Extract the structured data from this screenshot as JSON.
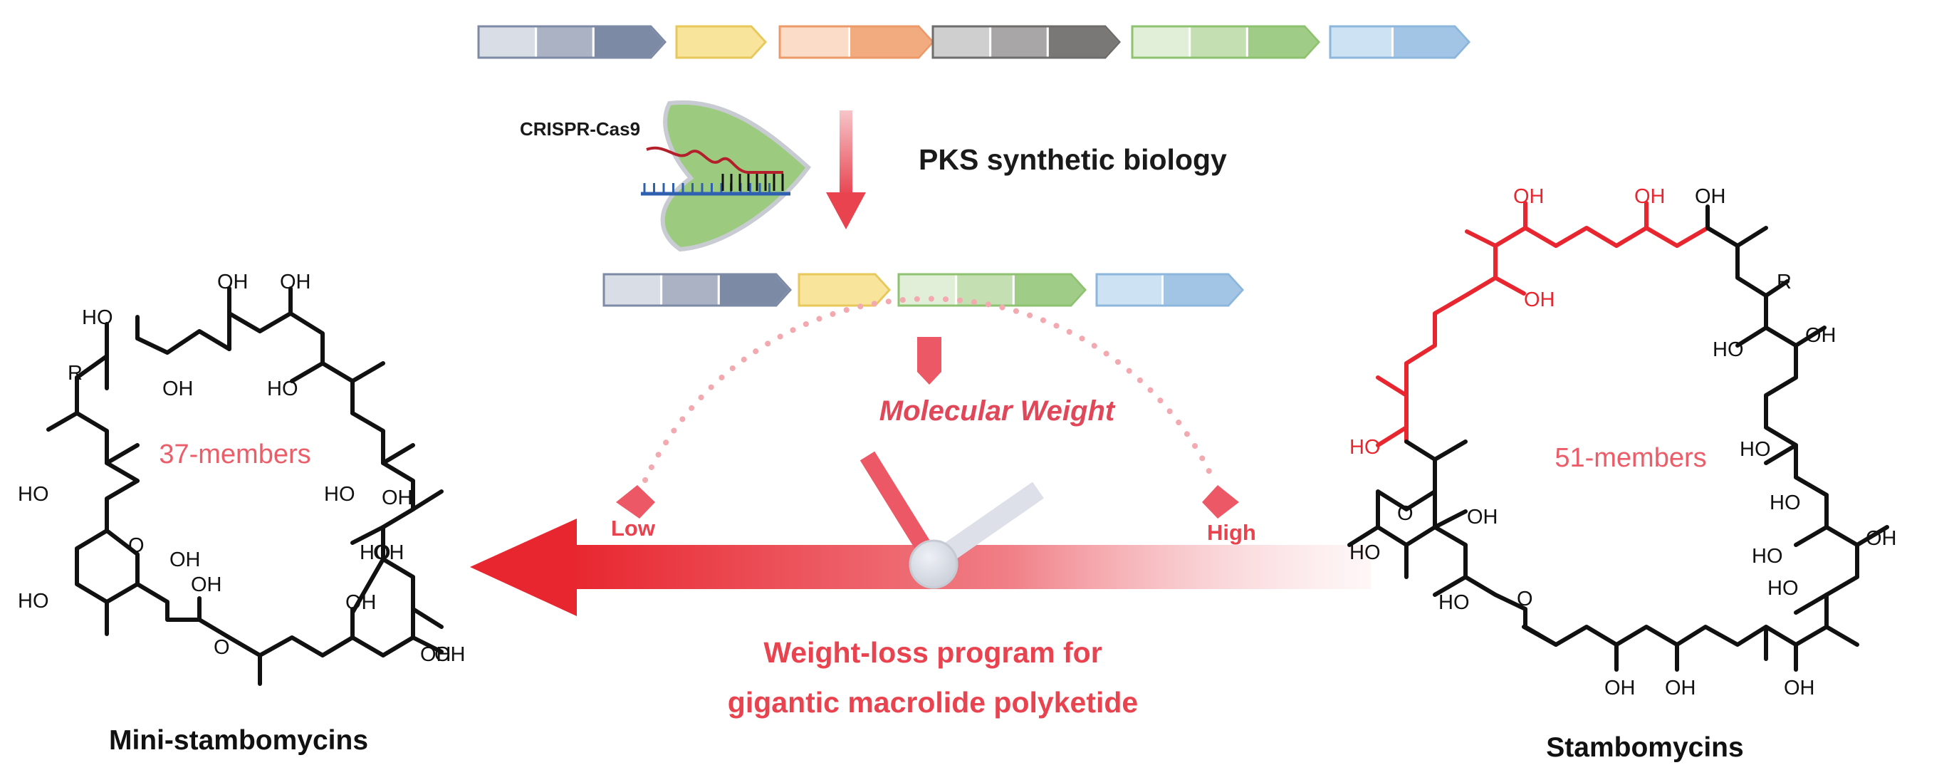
{
  "crispr_label": "CRISPR-Cas9",
  "pks_label": "PKS synthetic biology",
  "gauge": {
    "title": "Molecular Weight",
    "low_label": "Low",
    "high_label": "High"
  },
  "program": {
    "line1": "Weight-loss program for",
    "line2": "gigantic macrolide polyketide"
  },
  "left_molecule": {
    "name": "Mini-stambomycins",
    "ring_size": "37-members",
    "atom_labels": [
      "HO",
      "OH",
      "OH",
      "R",
      "OH",
      "HO",
      "HO",
      "OH",
      "HO",
      "OH",
      "HO",
      "OH",
      "HO",
      "O",
      "OH",
      "OH",
      "O",
      "OH",
      "OH"
    ]
  },
  "right_molecule": {
    "name": "Stambomycins",
    "ring_size": "51-members",
    "atom_labels": [
      "OH",
      "OH",
      "OH",
      "OH",
      "R",
      "HO",
      "OH",
      "HO",
      "HO",
      "OH",
      "HO",
      "O",
      "HO",
      "HO",
      "HO",
      "O",
      "HO",
      "OH",
      "OH",
      "OH"
    ]
  },
  "colors": {
    "accent_red": "#e8434f",
    "label_red": "#e0485a",
    "chain_red": "#e8262f",
    "cas9_green": "#9ccb80",
    "dark_text": "#1a1a1a"
  },
  "gene_clusters": {
    "full": [
      {
        "id": "m1",
        "colors": [
          "#d9dde6",
          "#aab2c4",
          "#7d8aa6"
        ],
        "stroke": "#7d8aa6"
      },
      {
        "id": "m2",
        "colors": [
          "#f8e49a"
        ],
        "stroke": "#e8c85a"
      },
      {
        "id": "m3",
        "colors": [
          "#fbdcc8",
          "#f2ab7e"
        ],
        "stroke": "#ec9a6a"
      },
      {
        "id": "m4",
        "colors": [
          "#cfcfcf",
          "#a8a6a6",
          "#7a7777"
        ],
        "stroke": "#6f6c6c"
      },
      {
        "id": "m5",
        "colors": [
          "#e1eed8",
          "#c4e0b3",
          "#9fcd87"
        ],
        "stroke": "#8ec270"
      },
      {
        "id": "m6",
        "colors": [
          "#cde2f2",
          "#a2c5e6"
        ],
        "stroke": "#8db6dc"
      }
    ],
    "edited": [
      {
        "id": "m1",
        "colors": [
          "#d9dde6",
          "#aab2c4",
          "#7d8aa6"
        ],
        "stroke": "#7d8aa6"
      },
      {
        "id": "m2",
        "colors": [
          "#f8e49a"
        ],
        "stroke": "#e8c85a"
      },
      {
        "id": "m5",
        "colors": [
          "#e1eed8",
          "#c4e0b3",
          "#9fcd87"
        ],
        "stroke": "#8ec270"
      },
      {
        "id": "m6",
        "colors": [
          "#cde2f2",
          "#a2c5e6"
        ],
        "stroke": "#8db6dc"
      }
    ]
  }
}
